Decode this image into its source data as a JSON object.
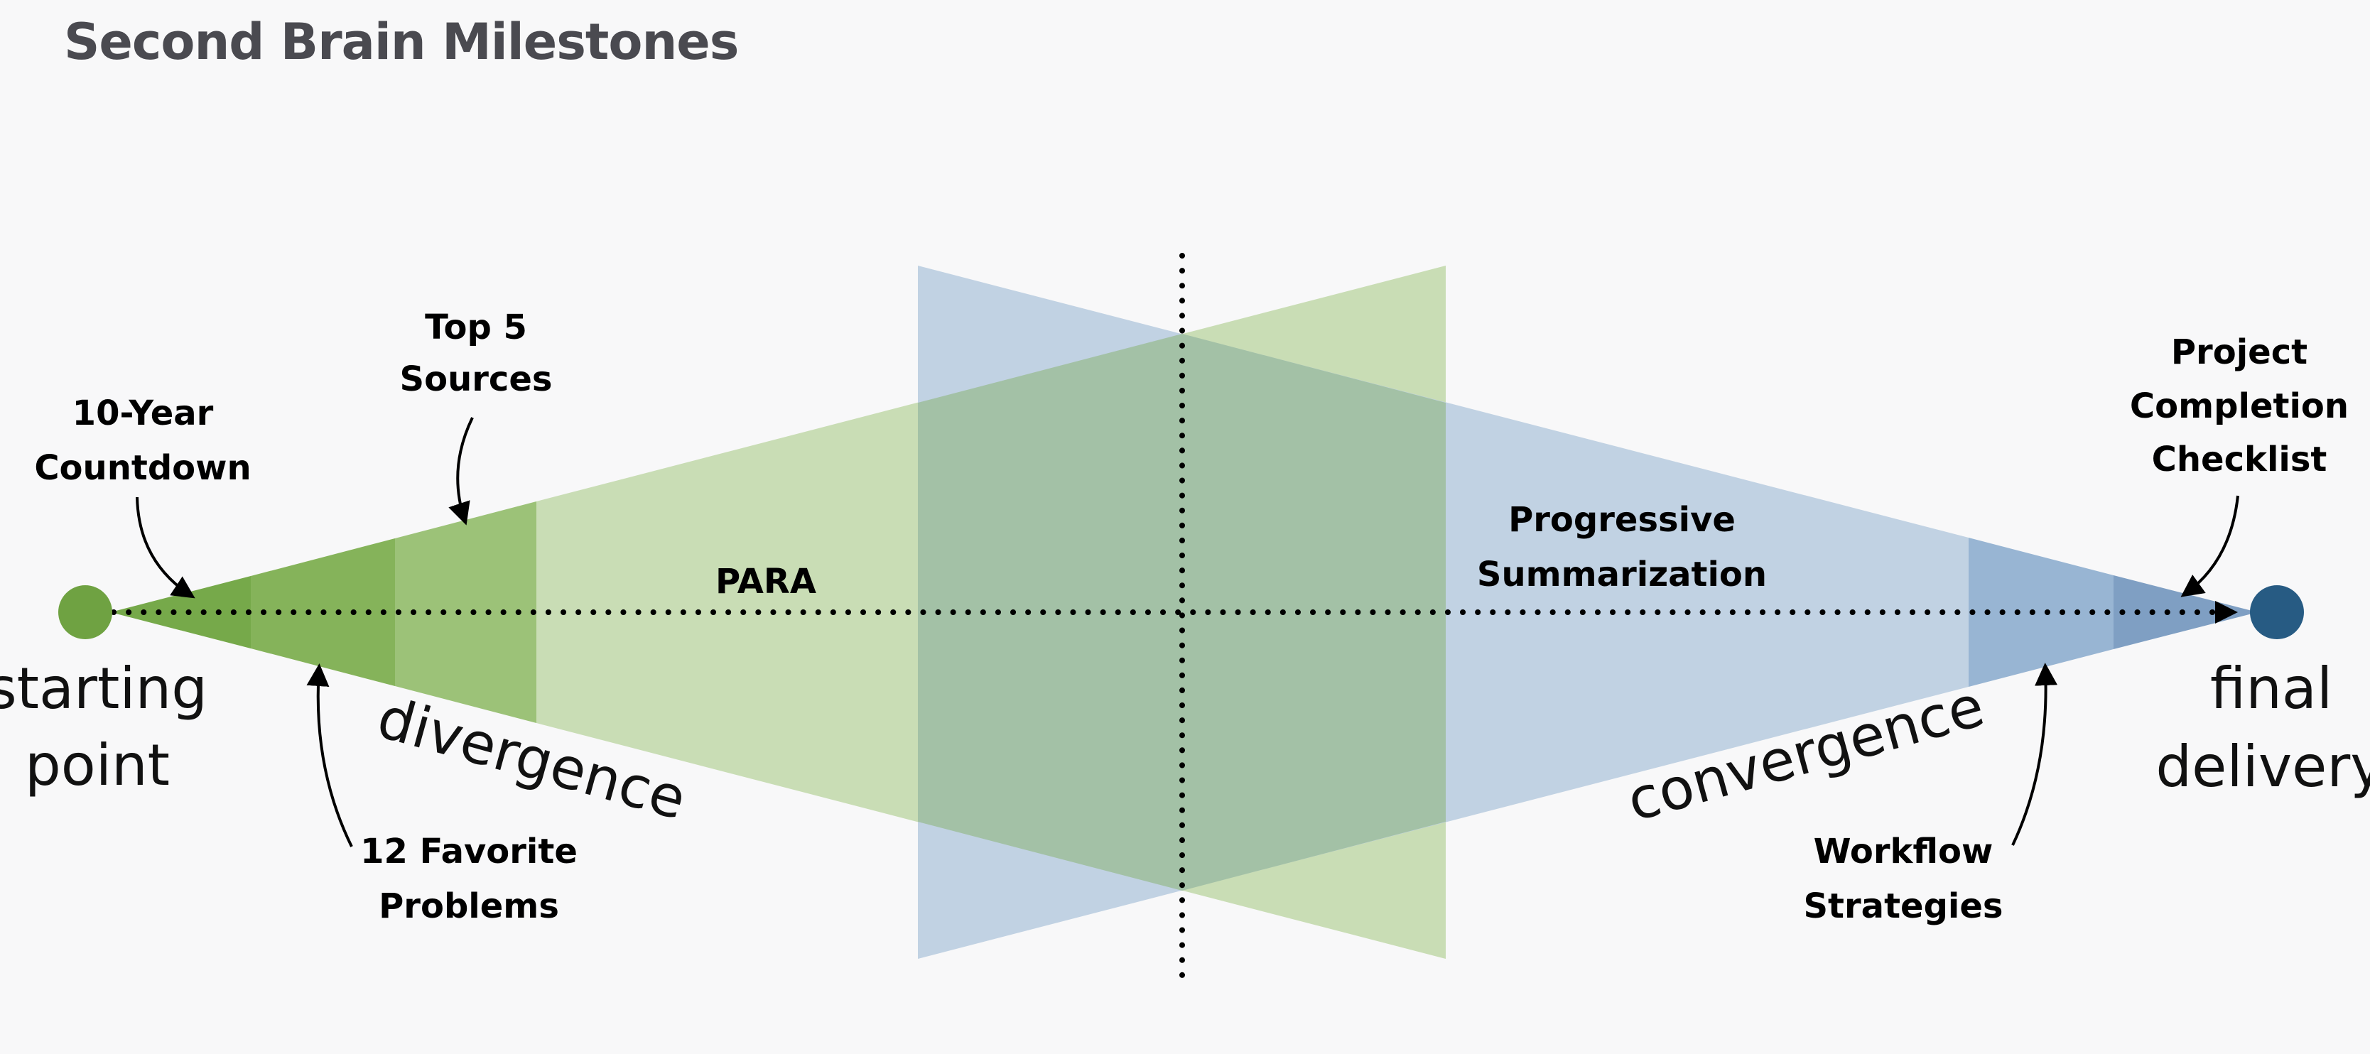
{
  "title": "Second Brain Milestones",
  "colors": {
    "background": "#f8f8f9",
    "green_bands": [
      "#76a94a",
      "#85b35a",
      "#9cc278",
      "#c9ddb5"
    ],
    "blue_bands": [
      "#c1d2e3",
      "#98b5d3",
      "#7f9fc3"
    ],
    "overlap": "#a3c1a6",
    "start_dot": "#6fa242",
    "end_dot": "#275b83"
  },
  "endpoints": {
    "start": [
      "starting",
      "point"
    ],
    "end": [
      "final",
      "delivery"
    ]
  },
  "phases": {
    "divergence": "divergence",
    "convergence": "convergence"
  },
  "stage_labels": {
    "para": "PARA",
    "progressive_summarization": [
      "Progressive",
      "Summarization"
    ]
  },
  "milestones": {
    "ten_year_countdown": [
      "10-Year",
      "Countdown"
    ],
    "top_5_sources": [
      "Top 5",
      "Sources"
    ],
    "twelve_favorite_problems": [
      "12 Favorite",
      "Problems"
    ],
    "workflow_strategies": [
      "Workflow",
      "Strategies"
    ],
    "project_completion_checklist": [
      "Project",
      "Completion",
      "Checklist"
    ]
  }
}
